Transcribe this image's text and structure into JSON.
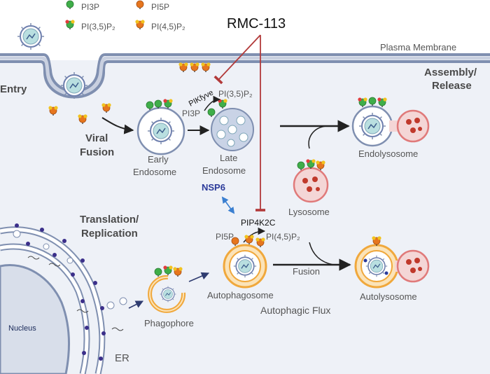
{
  "legend": {
    "pi3p": "PI3P",
    "pi5p": "PI5P",
    "pi35p2": "PI(3,5)P₂",
    "pi45p2": "PI(4,5)P₂"
  },
  "inhibitor": "RMC-113",
  "membrane": "Plasma Membrane",
  "stages": {
    "entry": "Entry",
    "assembly_1": "Assembly/",
    "assembly_2": "Release",
    "viral_fusion_1": "Viral",
    "viral_fusion_2": "Fusion",
    "translation_1": "Translation/",
    "translation_2": "Replication"
  },
  "organelles": {
    "early_endosome_1": "Early",
    "early_endosome_2": "Endosome",
    "late_endosome_1": "Late",
    "late_endosome_2": "Endosome",
    "endolysosome": "Endolysosome",
    "lysosome": "Lysosome",
    "autophagosome": "Autophagosome",
    "autolysosome": "Autolysosome",
    "phagophore": "Phagophore",
    "nucleus": "Nucleus",
    "er": "ER"
  },
  "enzymes": {
    "pikfyve": "PIKfyve",
    "pip4k2c": "PIP4K2C",
    "nsp6": "NSP6"
  },
  "lipids": {
    "pi3p": "PI3P",
    "pi35p2": "PI(3,5)P₂",
    "pi5p": "PI5P",
    "pi45p2": "PI(4,5)P₂"
  },
  "processes": {
    "fusion": "Fusion",
    "autophagic_flux": "Autophagic Flux"
  },
  "colors": {
    "membrane_blue": "#7f8fb0",
    "inhibit_red": "#b23a3a",
    "nsp6_blue": "#2b3a9a",
    "autophagosome_orange": "#f0a83c",
    "lysosome_red": "#e07a7a",
    "pi3p_green": "#3fae49",
    "pi5p_orange": "#e6761e",
    "pip2_yellow": "#f2c31f",
    "cell_bg": "#eef1f7"
  }
}
